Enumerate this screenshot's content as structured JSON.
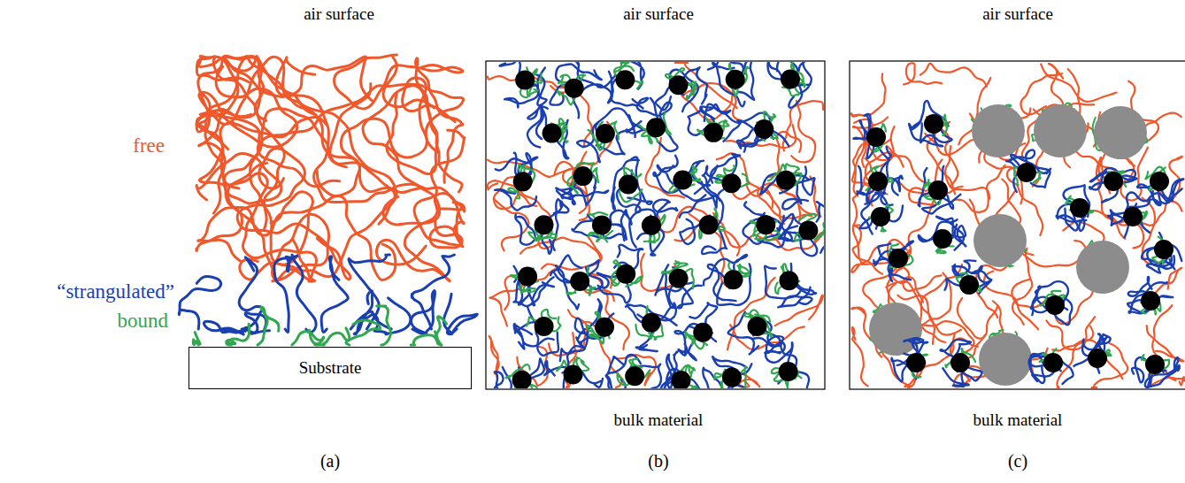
{
  "diagram": {
    "nodes": [
      {
        "text": [
          "Substrate"
        ]
      }
    ],
    "labels": [
      "air surface",
      "air surface",
      "air surface",
      "free",
      "“strangulated”",
      "bound",
      "bulk material",
      "bulk material",
      "(a)",
      "(b)",
      "(c)"
    ]
  }
}
